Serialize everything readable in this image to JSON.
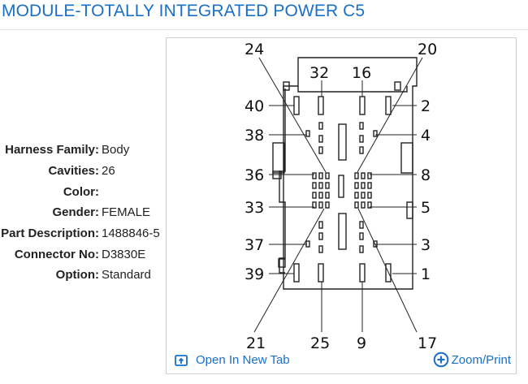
{
  "page": {
    "title": "MODULE-TOTALLY INTEGRATED POWER C5"
  },
  "specs": [
    {
      "label": "Harness Family:",
      "value": "Body"
    },
    {
      "label": "Cavities:",
      "value": "26"
    },
    {
      "label": "Color:",
      "value": ""
    },
    {
      "label": "Gender:",
      "value": "FEMALE"
    },
    {
      "label": "Part Description:",
      "value": "1488846-5"
    },
    {
      "label": "Connector No:",
      "value": "D3830E"
    },
    {
      "label": "Option:",
      "value": "Standard"
    }
  ],
  "diagram": {
    "pin_labels": [
      "24",
      "20",
      "32",
      "16",
      "40",
      "2",
      "38",
      "4",
      "36",
      "8",
      "33",
      "5",
      "37",
      "3",
      "39",
      "1",
      "21",
      "25",
      "9",
      "17"
    ]
  },
  "footer": {
    "open_new_tab": "Open In New Tab",
    "zoom_print": "Zoom/Print"
  },
  "colors": {
    "accent": "#1a6fc9"
  },
  "icons": {
    "open_new_tab": "open-in-new-tab-icon",
    "zoom": "zoom-plus-icon"
  }
}
